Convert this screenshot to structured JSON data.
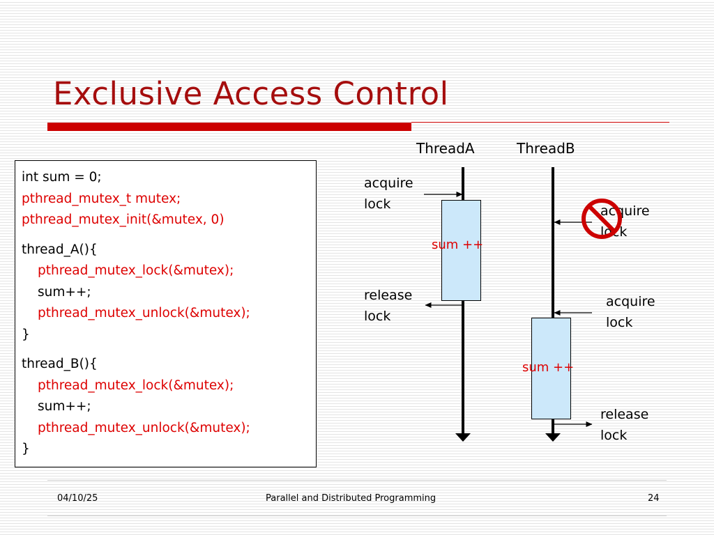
{
  "slide": {
    "title": "Exclusive Access Control"
  },
  "code": {
    "block1": [
      {
        "text": "int sum = 0;",
        "red": false
      },
      {
        "text": "pthread_mutex_t mutex;",
        "red": true
      },
      {
        "text": "pthread_mutex_init(&mutex, 0)",
        "red": true
      }
    ],
    "block2": [
      {
        "text": "thread_A(){",
        "red": false,
        "indent": false
      },
      {
        "text": "pthread_mutex_lock(&mutex);",
        "red": true,
        "indent": true
      },
      {
        "text": "sum++;",
        "red": false,
        "indent": true
      },
      {
        "text": "pthread_mutex_unlock(&mutex);",
        "red": true,
        "indent": true
      },
      {
        "text": "}",
        "red": false,
        "indent": false
      }
    ],
    "block3": [
      {
        "text": "thread_B(){",
        "red": false,
        "indent": false
      },
      {
        "text": "pthread_mutex_lock(&mutex);",
        "red": true,
        "indent": true
      },
      {
        "text": "sum++;",
        "red": false,
        "indent": true
      },
      {
        "text": "pthread_mutex_unlock(&mutex);",
        "red": true,
        "indent": true
      },
      {
        "text": "}",
        "red": false,
        "indent": false
      }
    ]
  },
  "diagram": {
    "thread_a": {
      "name": "ThreadA",
      "critical_label": "sum ++",
      "acquire": [
        "acquire",
        "lock"
      ],
      "release": [
        "release",
        "lock"
      ]
    },
    "thread_b": {
      "name": "ThreadB",
      "critical_label": "sum ++",
      "blocked_acquire": [
        "acquire",
        "lock"
      ],
      "acquire": [
        "acquire",
        "lock"
      ],
      "release": [
        "release",
        "lock"
      ]
    },
    "blocked_icon": "prohibited-icon"
  },
  "footer": {
    "date": "04/10/25",
    "course": "Parallel and Distributed Programming",
    "page": "24"
  },
  "colors": {
    "title": "#a50d0d",
    "accent_bar": "#cc0000",
    "code_highlight": "#dd0000",
    "critical_box": "#cce8fa",
    "prohibited": "#cc0000"
  }
}
